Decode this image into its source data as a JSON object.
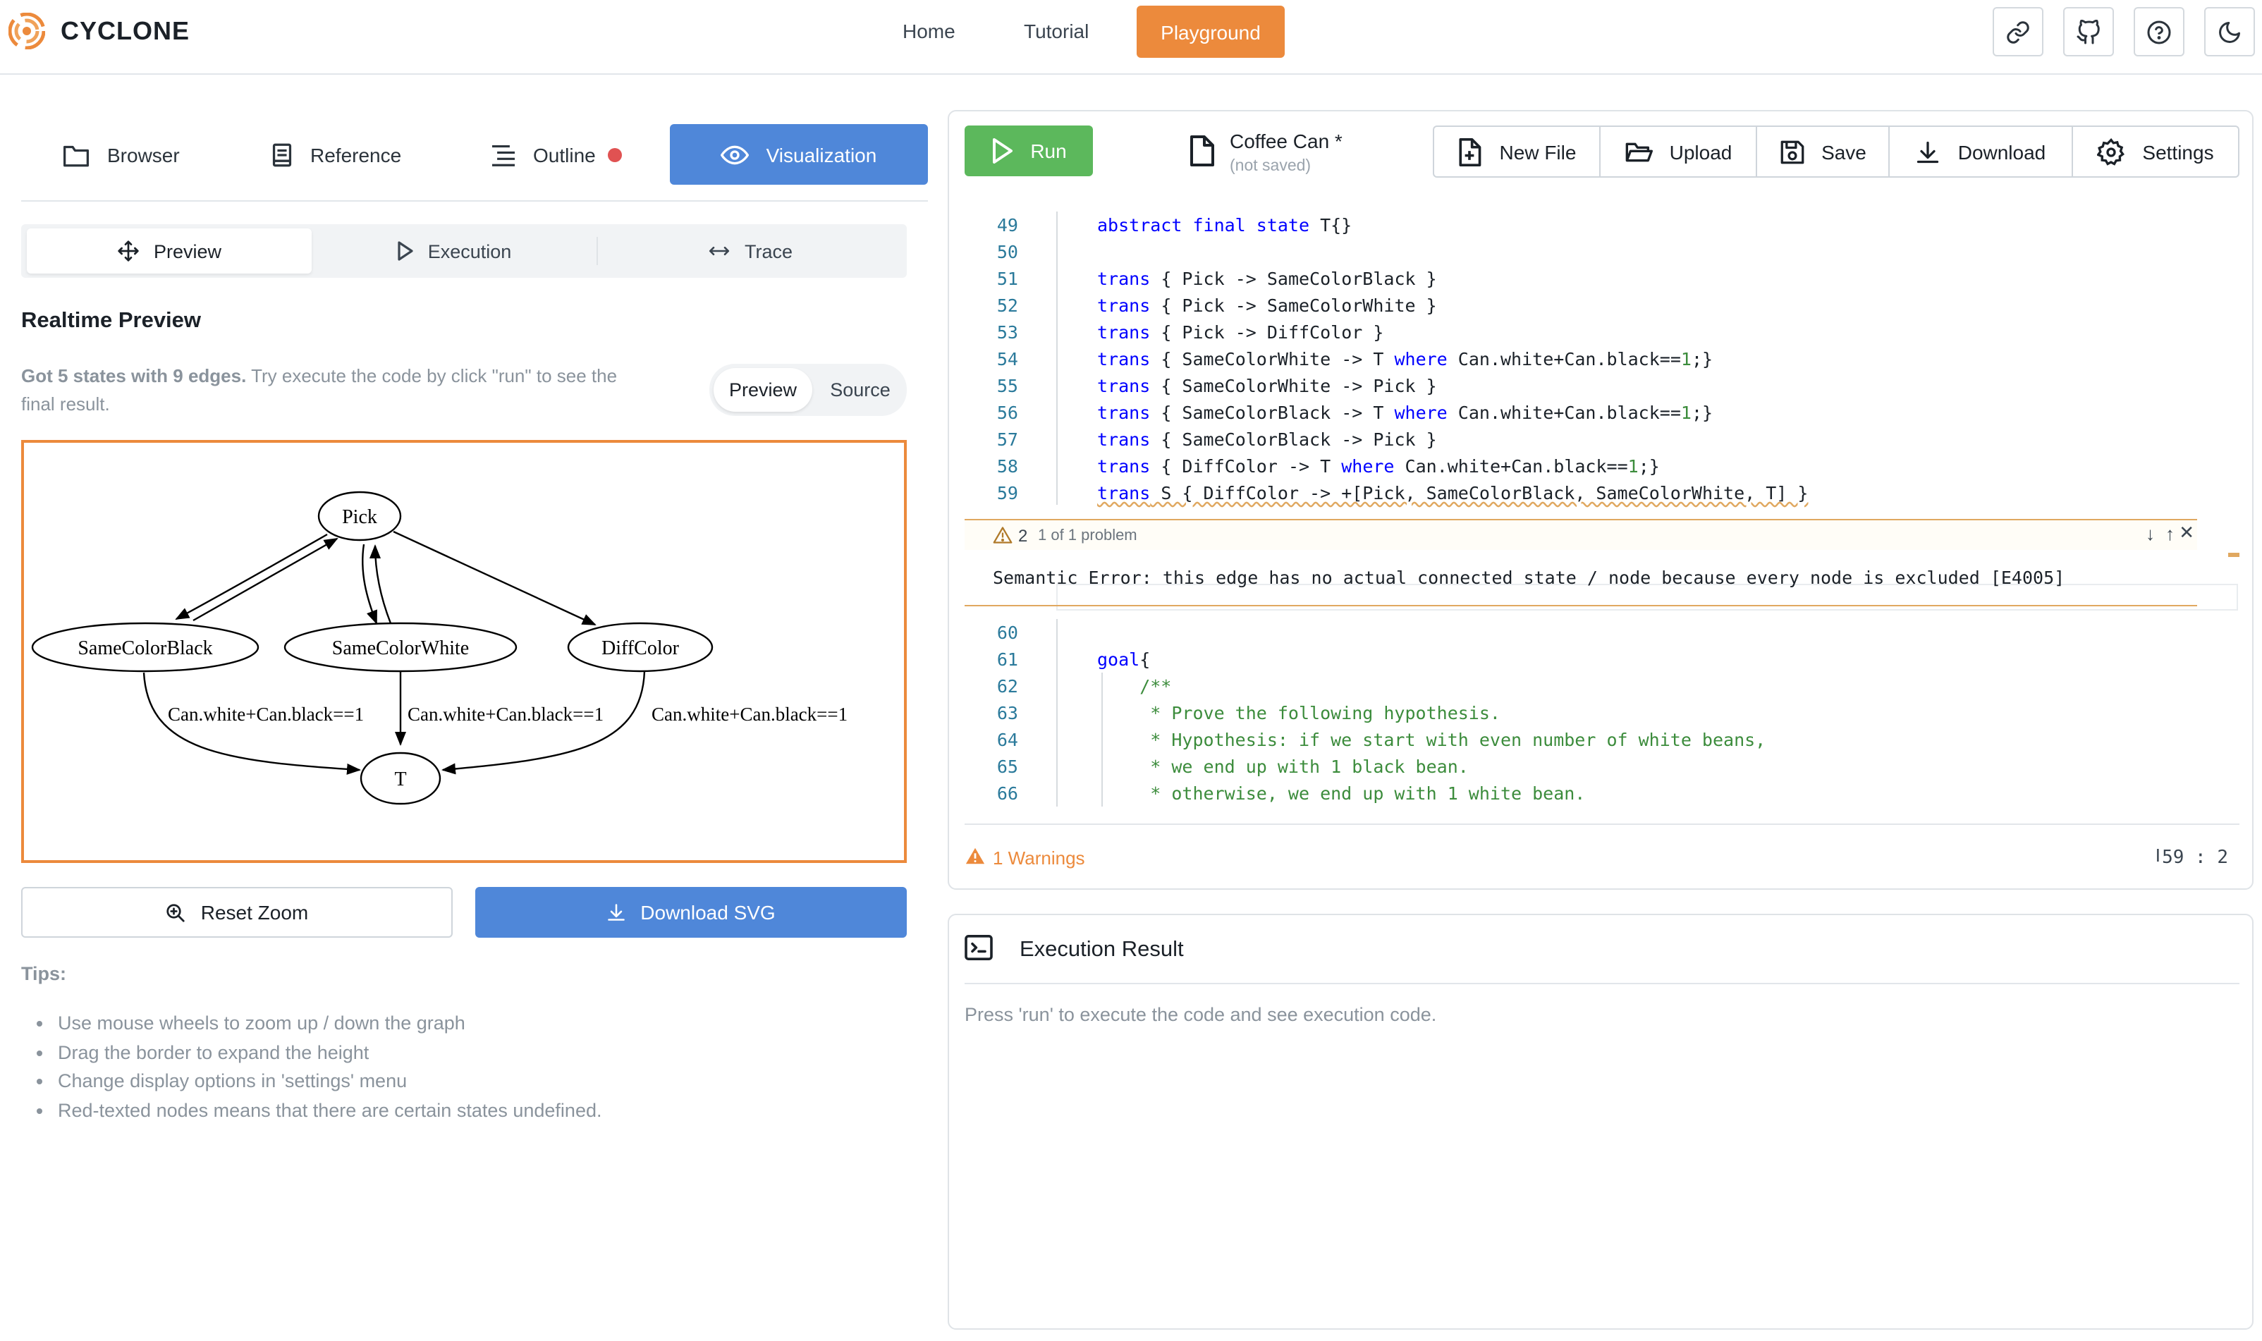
{
  "header": {
    "brand": "CYCLONE",
    "nav": [
      "Home",
      "Tutorial",
      "Playground"
    ],
    "active_nav": "Playground",
    "icon_buttons": [
      "link-icon",
      "github-icon",
      "help-icon",
      "moon-icon"
    ]
  },
  "left_panel": {
    "tabs": [
      {
        "label": "Browser",
        "icon": "folder-icon"
      },
      {
        "label": "Reference",
        "icon": "book-icon"
      },
      {
        "label": "Outline",
        "icon": "outline-icon"
      },
      {
        "label": "Visualization",
        "icon": "eye-icon"
      }
    ],
    "sub_tabs": [
      {
        "label": "Preview",
        "icon": "move-icon"
      },
      {
        "label": "Execution",
        "icon": "play-icon"
      },
      {
        "label": "Trace",
        "icon": "arrows-h-icon"
      }
    ],
    "title": "Realtime Preview",
    "desc_bold": "Got 5 states with 9 edges.",
    "desc_rest": " Try execute the code by click \"run\" to see the final result.",
    "toggle": {
      "on": "Preview",
      "off": "Source"
    },
    "graph": {
      "nodes": [
        "Pick",
        "SameColorBlack",
        "SameColorWhite",
        "DiffColor",
        "T"
      ],
      "edge_labels": [
        "Can.white+Can.black==1",
        "Can.white+Can.black==1",
        "Can.white+Can.black==1"
      ]
    },
    "reset_zoom": "Reset Zoom",
    "download_svg": "Download SVG",
    "tips_title": "Tips:",
    "tips": [
      "Use mouse wheels to zoom up / down the graph",
      "Drag the border to expand the height",
      "Change display options in 'settings' menu",
      "Red-texted nodes means that there are certain states undefined."
    ]
  },
  "editor": {
    "run_label": "Run",
    "file_name": "Coffee Can *",
    "file_state": "(not saved)",
    "toolbar": [
      {
        "label": "New File",
        "icon": "file-plus-icon"
      },
      {
        "label": "Upload",
        "icon": "folder-open-icon"
      },
      {
        "label": "Save",
        "icon": "save-icon"
      },
      {
        "label": "Download",
        "icon": "download-icon"
      },
      {
        "label": "Settings",
        "icon": "gear-icon"
      }
    ],
    "lines_top": [
      {
        "n": "49",
        "t": "    abstract final state T{}"
      },
      {
        "n": "50",
        "t": ""
      },
      {
        "n": "51",
        "t": "    trans { Pick -> SameColorBlack }"
      },
      {
        "n": "52",
        "t": "    trans { Pick -> SameColorWhite }"
      },
      {
        "n": "53",
        "t": "    trans { Pick -> DiffColor }"
      },
      {
        "n": "54",
        "t": "    trans { SameColorWhite -> T where Can.white+Can.black==1;}"
      },
      {
        "n": "55",
        "t": "    trans { SameColorWhite -> Pick }"
      },
      {
        "n": "56",
        "t": "    trans { SameColorBlack -> T where Can.white+Can.black==1;}"
      },
      {
        "n": "57",
        "t": "    trans { SameColorBlack -> Pick }"
      },
      {
        "n": "58",
        "t": "    trans { DiffColor -> T where Can.white+Can.black==1;}"
      },
      {
        "n": "59",
        "t": "    trans S { DiffColor -> +[Pick, SameColorBlack, SameColorWhite, T] }"
      }
    ],
    "problem_count": "2",
    "problem_text": "1 of 1 problem",
    "problem_message": "Semantic Error: this edge has no actual connected state / node because every node is excluded [E4005]",
    "lines_bottom": [
      {
        "n": "60",
        "t": ""
      },
      {
        "n": "61",
        "t": "    goal{"
      },
      {
        "n": "62",
        "t": "        /**"
      },
      {
        "n": "63",
        "t": "         * Prove the following hypothesis."
      },
      {
        "n": "64",
        "t": "         * Hypothesis: if we start with even number of white beans,"
      },
      {
        "n": "65",
        "t": "         * we end up with 1 black bean."
      },
      {
        "n": "66",
        "t": "         * otherwise, we end up with 1 white bean."
      }
    ],
    "warnings": "1 Warnings",
    "cursor_pos": "59 : 2"
  },
  "execution": {
    "title": "Execution Result",
    "desc": "Press 'run' to execute the code and see execution code."
  },
  "colors": {
    "accent_orange": "#ec8a3c",
    "primary_blue": "#4f87d9",
    "run_green": "#5cb85c",
    "keyword_blue": "#0000ff",
    "comment_green": "#3c8c3c"
  }
}
